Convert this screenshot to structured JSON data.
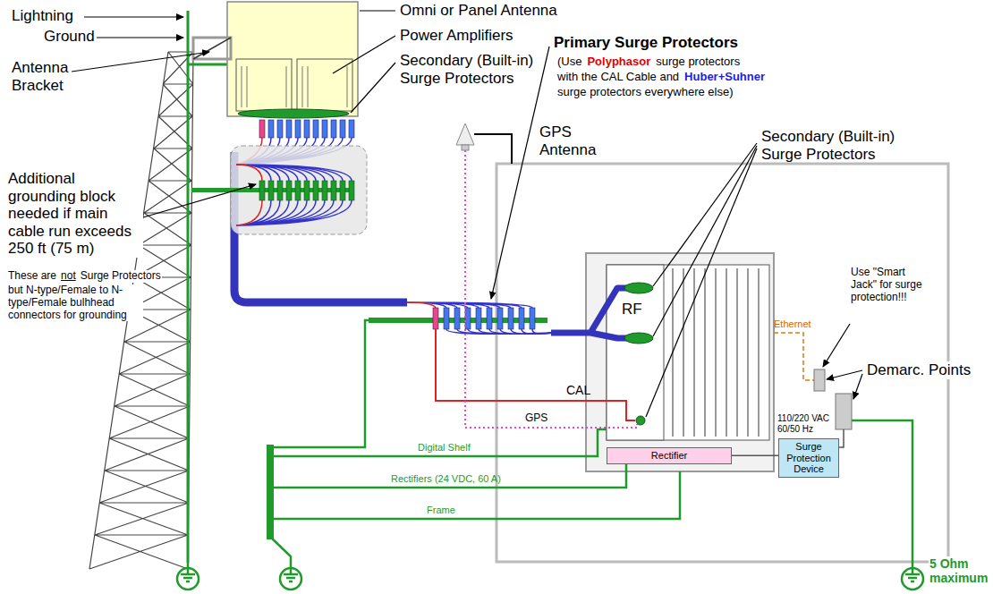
{
  "diagram": {
    "nodes": [
      {
        "text": [
          "Rectifier"
        ]
      },
      {
        "text": [
          "Surge Protection Device"
        ]
      }
    ],
    "edges": [
      {
        "from": 0,
        "to": 1,
        "arrow": "none"
      }
    ],
    "labels": [
      "Lightning",
      "Ground",
      "Antenna Bracket",
      "Omni or Panel Antenna",
      "Power Amplifiers",
      "Secondary (Built-in) Surge Protectors",
      "Primary Surge Protectors",
      "(Use",
      "Polyphasor",
      "surge protectors",
      "with the CAL Cable and",
      "Huber+Suhner",
      "surge protectors everywhere else)",
      "Additional grounding block needed if main cable run exceeds 250 ft (75 m)",
      "These are",
      "not",
      "Surge Protectors",
      "but N-type/Female to N-type/Female bulhhead connectors for grounding",
      "GPS Antenna",
      "Secondary (Built-in) Surge Protectors",
      "Use \"Smart Jack\" for surge protection!!!",
      "Demarc. Points",
      "Ethernet",
      "RF",
      "CAL",
      "GPS",
      "Digital Shelf",
      "Rectifiers (24 VDC, 60 A)",
      "Frame",
      "110/220 VAC 60/50 Hz",
      "5 Ohm maximum"
    ]
  }
}
